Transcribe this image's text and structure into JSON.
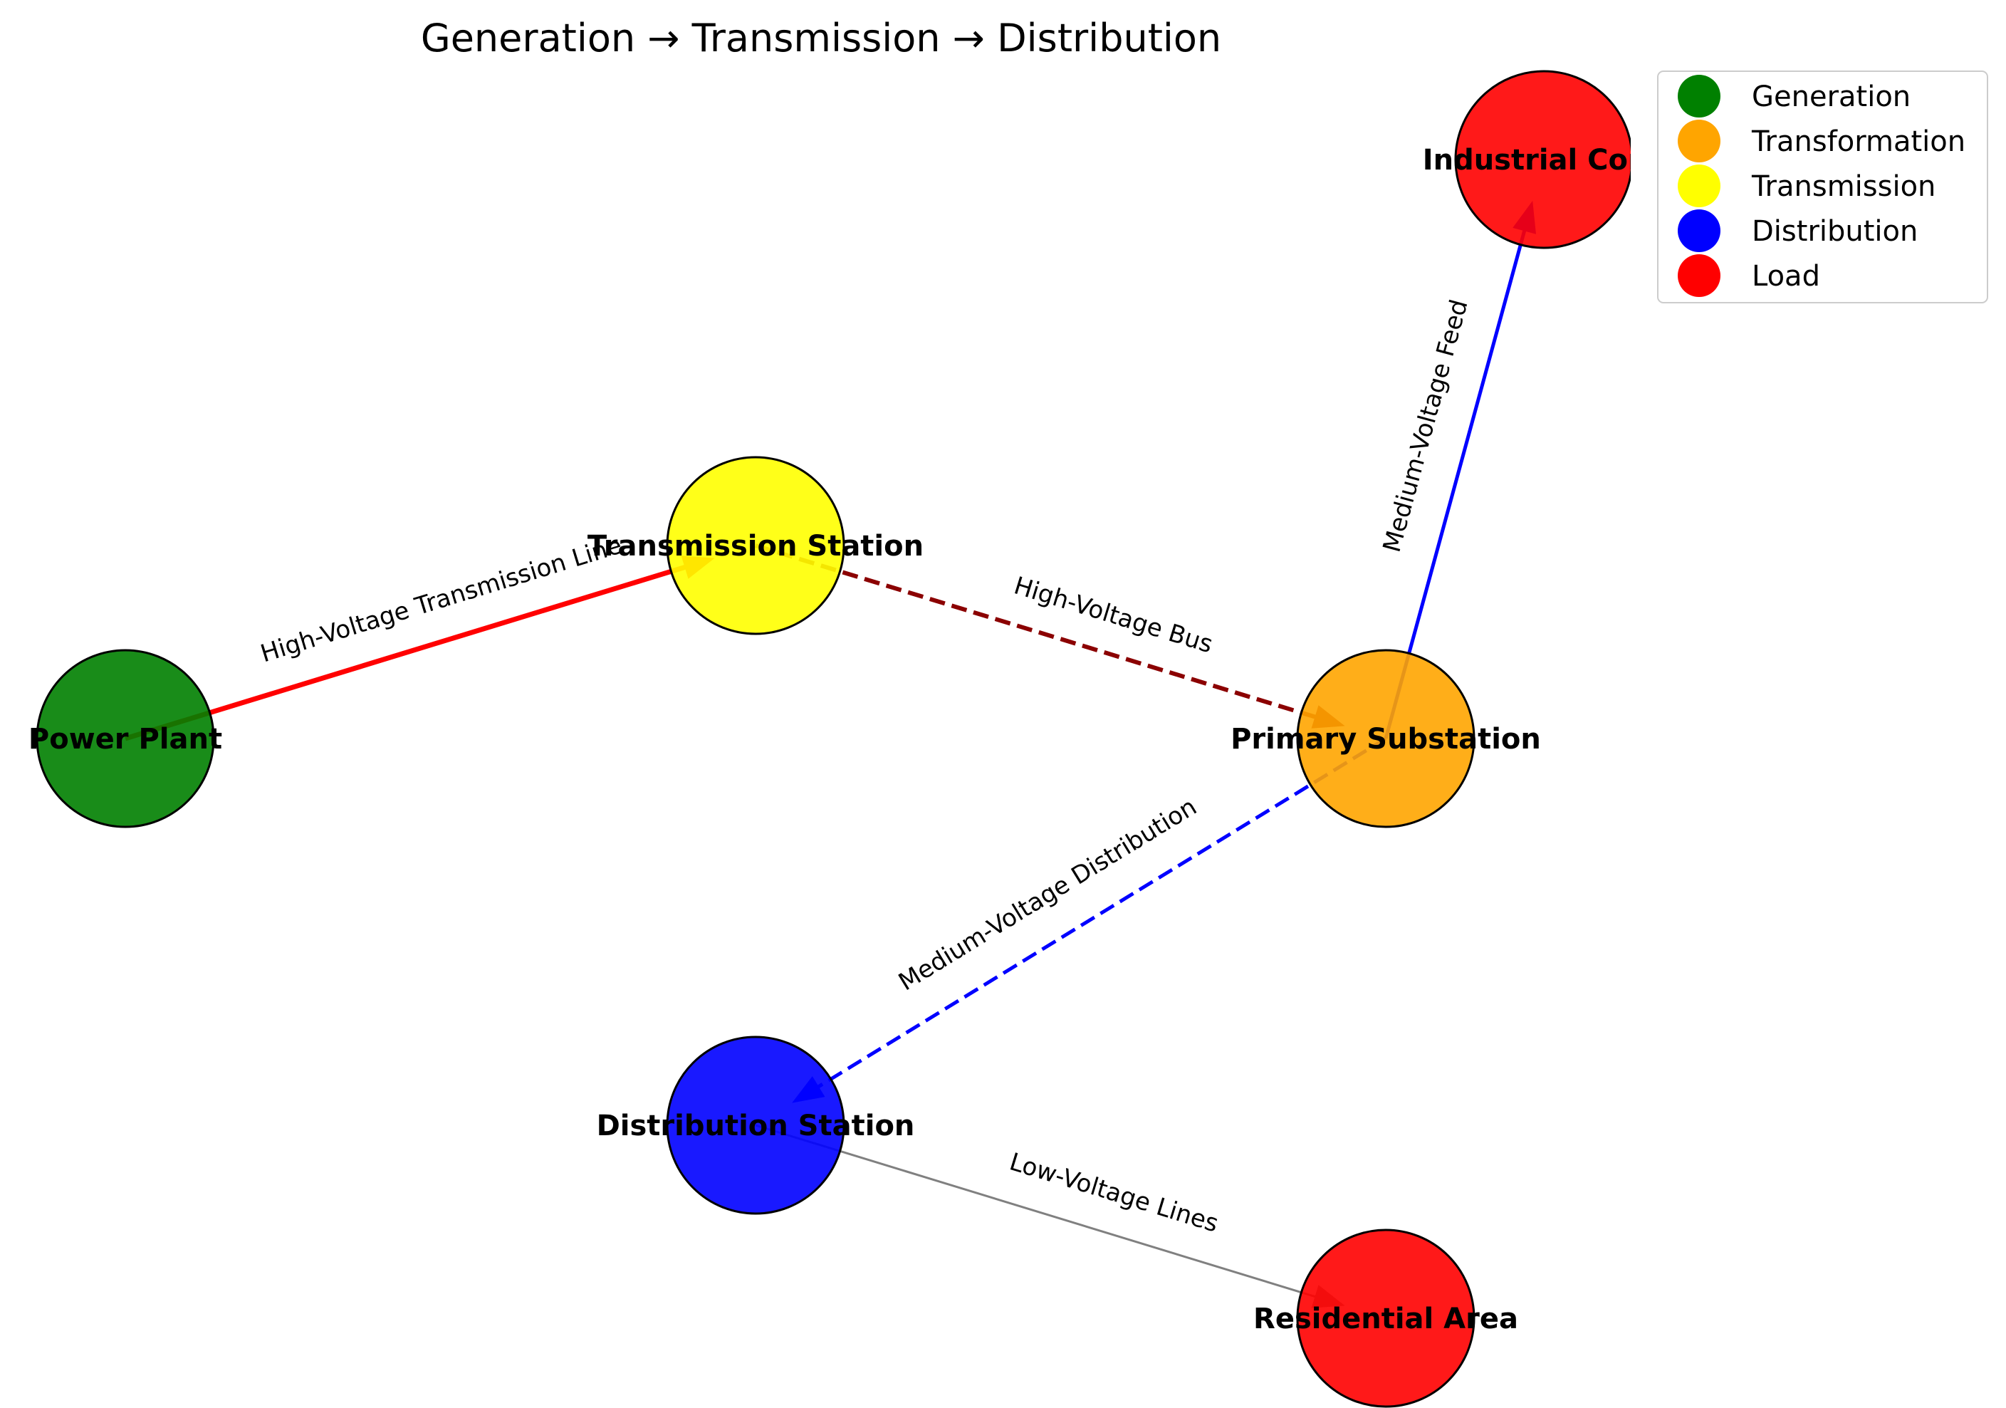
{
  "title": "Generation → Transmission → Distribution",
  "nodes": [
    {
      "id": "power_plant",
      "label": "Power Plant",
      "category": "Generation",
      "color": "#008000"
    },
    {
      "id": "transmission_station",
      "label": "Transmission Station",
      "category": "Transmission",
      "color": "#ffff00"
    },
    {
      "id": "primary_substation",
      "label": "Primary Substation",
      "category": "Transformation",
      "color": "#ffa500"
    },
    {
      "id": "distribution_station",
      "label": "Distribution Station",
      "category": "Distribution",
      "color": "#0000ff"
    },
    {
      "id": "industrial_consumer",
      "label": "Industrial Cons",
      "category": "Load",
      "color": "#ff0000"
    },
    {
      "id": "residential_area",
      "label": "Residential Area",
      "category": "Load",
      "color": "#ff0000"
    }
  ],
  "edges": [
    {
      "from": "power_plant",
      "to": "transmission_station",
      "label": "High-Voltage Transmission Line",
      "color": "#ff0000",
      "style": "solid"
    },
    {
      "from": "transmission_station",
      "to": "primary_substation",
      "label": "High-Voltage Bus",
      "color": "#8b0000",
      "style": "dashed"
    },
    {
      "from": "primary_substation",
      "to": "distribution_station",
      "label": "Medium-Voltage Distribution",
      "color": "#0000ff",
      "style": "dashed"
    },
    {
      "from": "primary_substation",
      "to": "industrial_consumer",
      "label": "Medium-Voltage Feed",
      "color": "#0000ff",
      "style": "solid"
    },
    {
      "from": "distribution_station",
      "to": "residential_area",
      "label": "Low-Voltage Lines",
      "color": "#808080",
      "style": "solid"
    }
  ],
  "legend": [
    {
      "label": "Generation",
      "color": "#008000"
    },
    {
      "label": "Transformation",
      "color": "#ffa500"
    },
    {
      "label": "Transmission",
      "color": "#ffff00"
    },
    {
      "label": "Distribution",
      "color": "#0000ff"
    },
    {
      "label": "Load",
      "color": "#ff0000"
    }
  ]
}
